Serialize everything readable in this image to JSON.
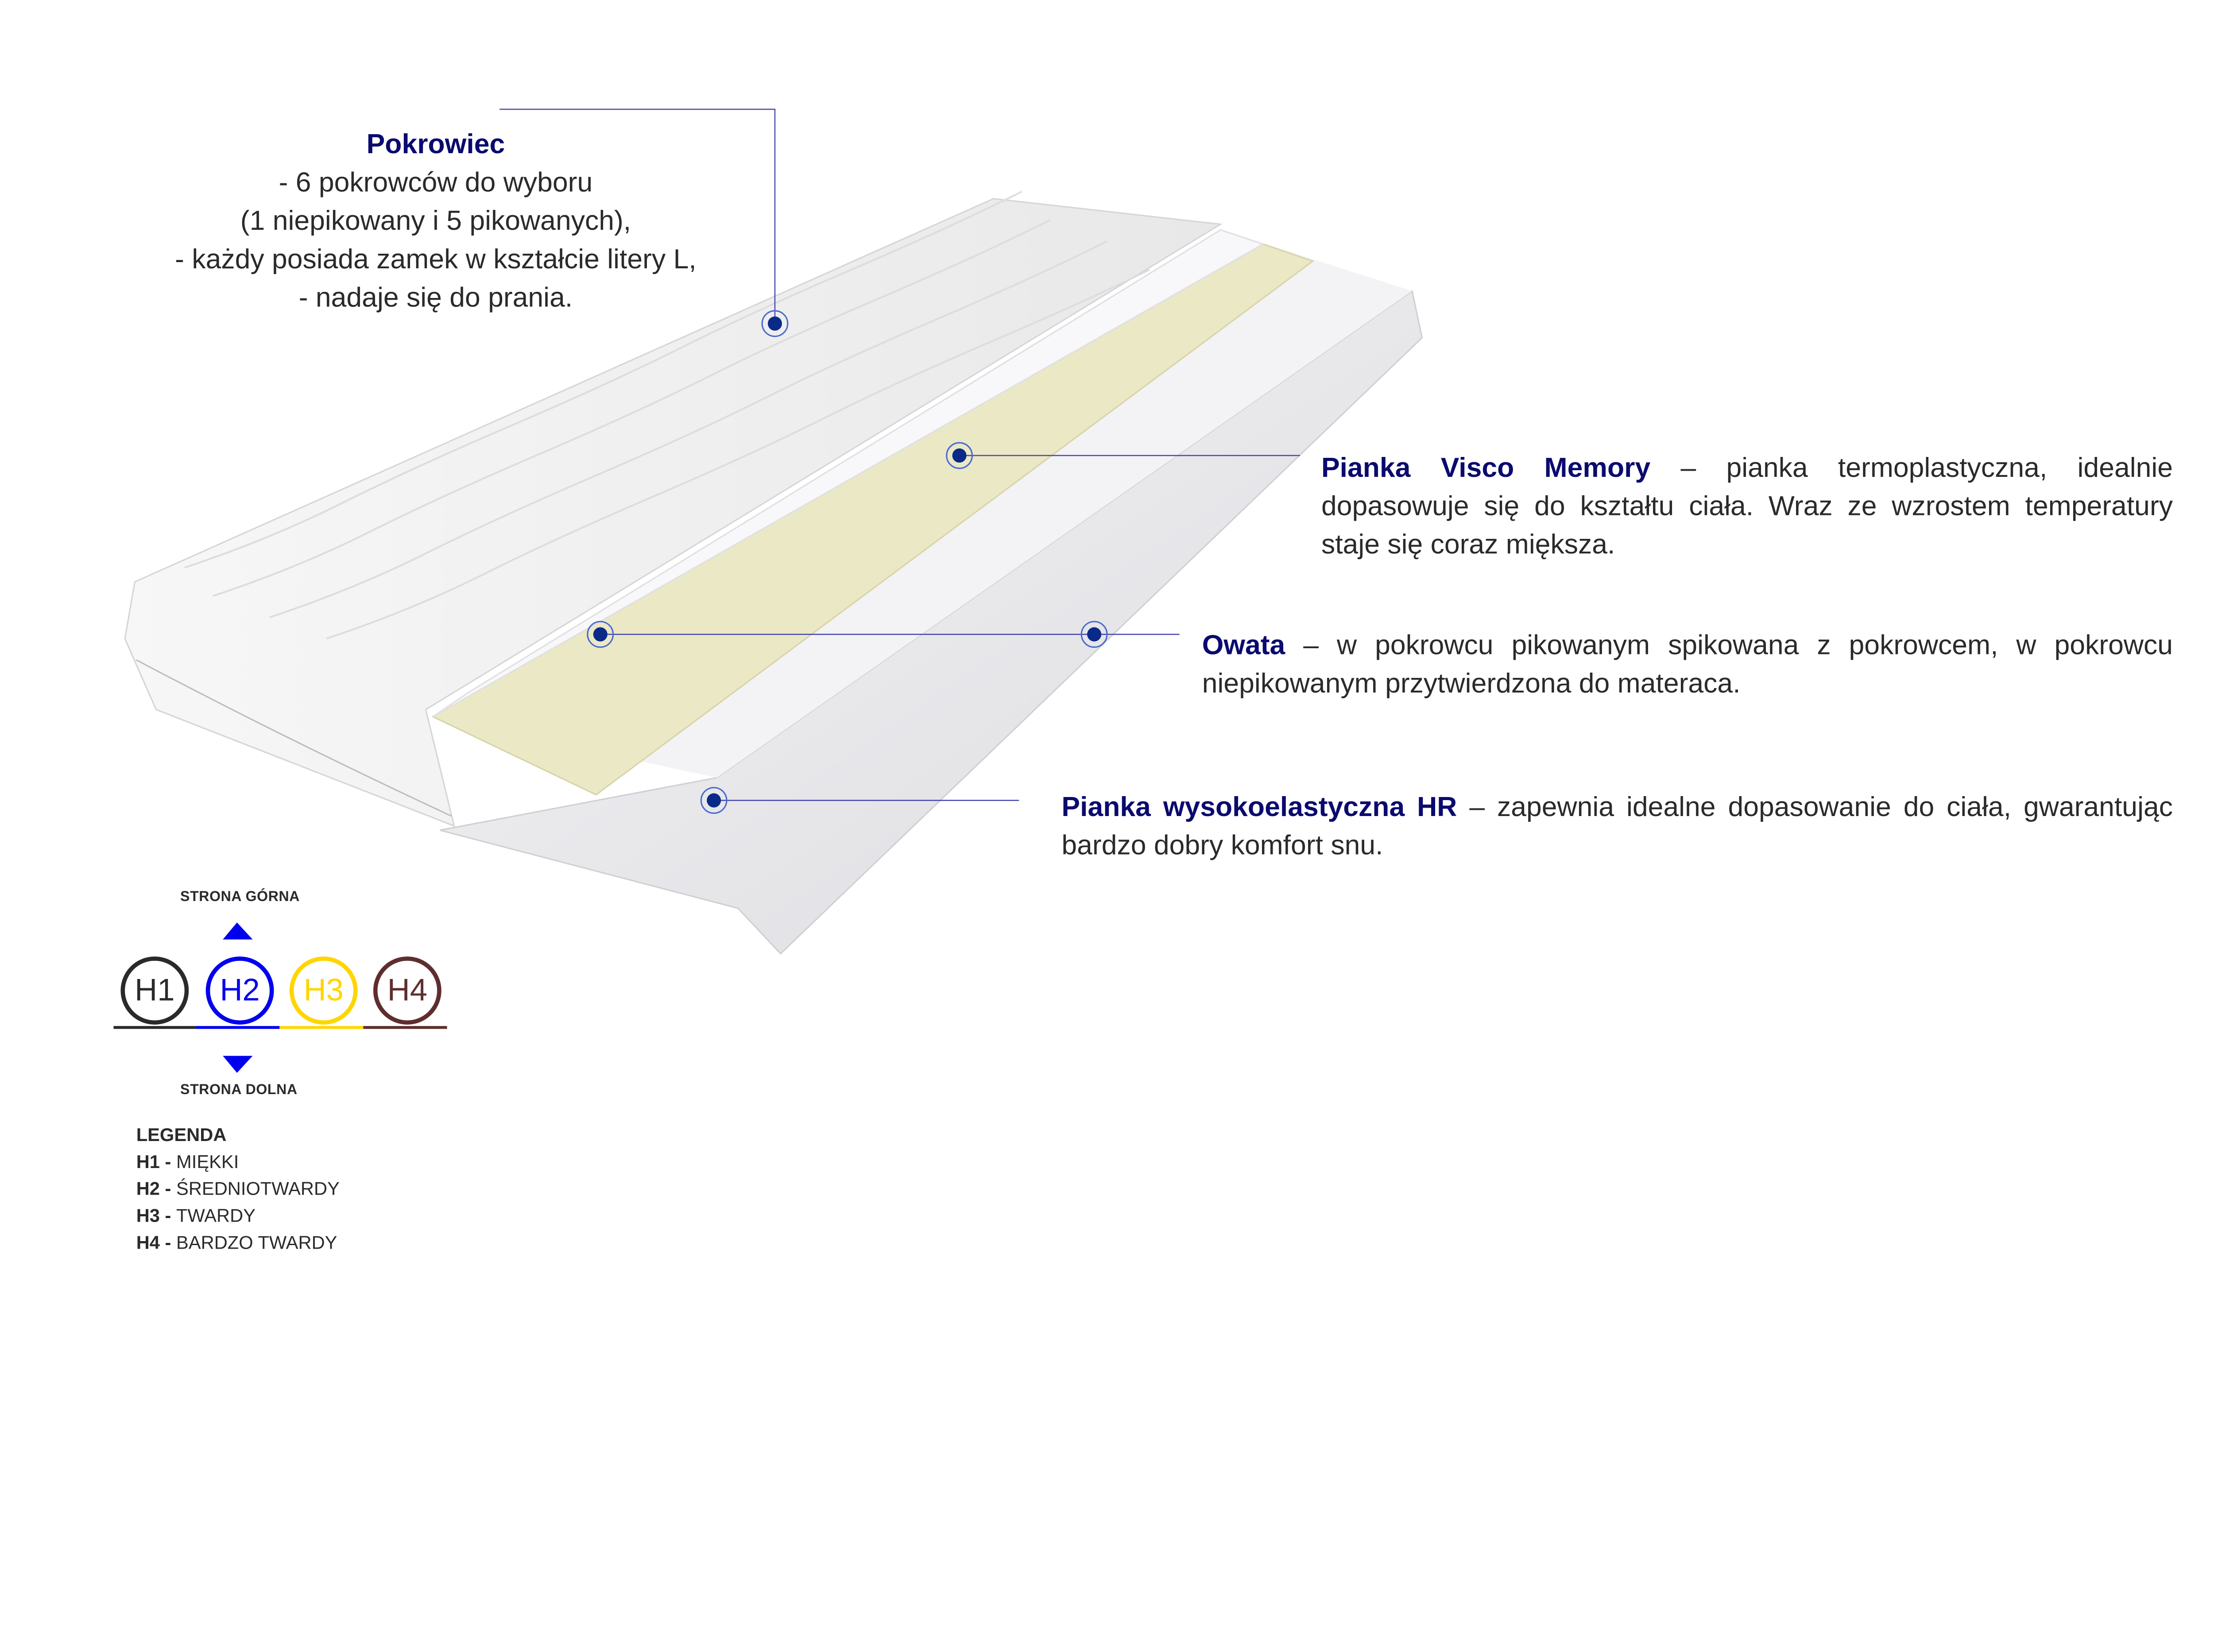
{
  "cover": {
    "title": "Pokrowiec",
    "lines": [
      "- 6 pokrowców do wyboru",
      "(1 niepikowany i 5 pikowanych),",
      "-  każdy posiada zamek w kształcie litery L,",
      "- nadaje się do prania."
    ]
  },
  "visco": {
    "title": "Pianka Visco Memory",
    "text": " – pianka termoplastyczna, idealnie dopasowuje się do kształtu ciała. Wraz ze wzrostem temperatury staje się coraz miększa."
  },
  "owata": {
    "title": "Owata",
    "text": " – w pokrowcu pikowanym spikowana z pokrowcem, w pokrowcu niepikowanym przytwierdzona do materaca."
  },
  "hr": {
    "title": "Pianka wysokoelastyczna HR",
    "text": " – zapewnia idealne dopasowanie do ciała, gwarantując bardzo dobry komfort snu."
  },
  "hardness": {
    "top_label": "STRONA GÓRNA",
    "bottom_label": "STRONA DOLNA",
    "levels": [
      {
        "code": "H1",
        "color": "#2a2a2a"
      },
      {
        "code": "H2",
        "color": "#0000ee"
      },
      {
        "code": "H3",
        "color": "#ffd500"
      },
      {
        "code": "H4",
        "color": "#5e2e2e"
      }
    ]
  },
  "legend": {
    "title": "LEGENDA",
    "items": [
      {
        "code": "H1",
        "sep": " - ",
        "label": "MIĘKKI"
      },
      {
        "code": "H2",
        "sep": " - ",
        "label": "ŚREDNIOTWARDY"
      },
      {
        "code": "H3",
        "sep": " - ",
        "label": "TWARDY"
      },
      {
        "code": "H4",
        "sep": " - ",
        "label": "BARDZO TWARDY"
      }
    ]
  }
}
